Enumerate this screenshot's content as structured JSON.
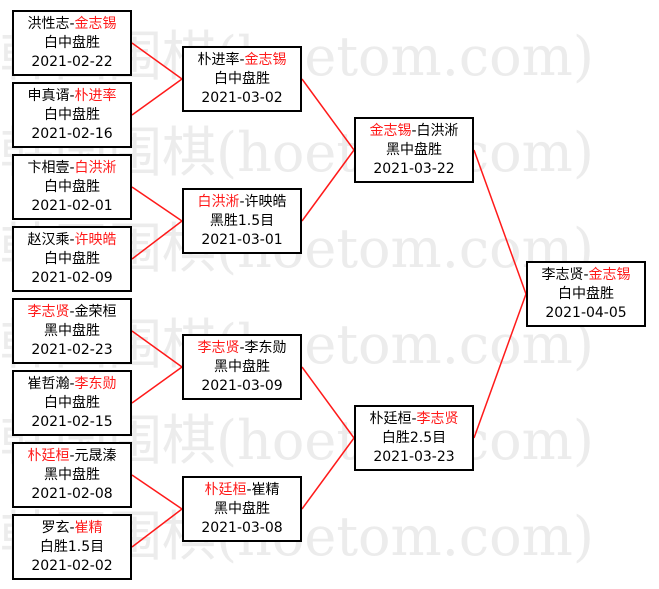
{
  "watermark": "韩国围棋(hoetom.com)",
  "colors": {
    "winner": "#ff1a1a",
    "line": "#ff1a1a",
    "border": "#000000"
  },
  "matches": [
    {
      "id": "r1-1",
      "p1": "洪性志",
      "p2": "金志锡",
      "winner": 2,
      "result": "白中盘胜",
      "date": "2021-02-22"
    },
    {
      "id": "r1-2",
      "p1": "申真谞",
      "p2": "朴进率",
      "winner": 2,
      "result": "白中盘胜",
      "date": "2021-02-16"
    },
    {
      "id": "r1-3",
      "p1": "卞相壹",
      "p2": "白洪淅",
      "winner": 2,
      "result": "白中盘胜",
      "date": "2021-02-01"
    },
    {
      "id": "r1-4",
      "p1": "赵汉乘",
      "p2": "许映皓",
      "winner": 2,
      "result": "白中盘胜",
      "date": "2021-02-09"
    },
    {
      "id": "r1-5",
      "p1": "李志贤",
      "p2": "金荣桓",
      "winner": 1,
      "result": "黑中盘胜",
      "date": "2021-02-23"
    },
    {
      "id": "r1-6",
      "p1": "崔哲瀚",
      "p2": "李东勋",
      "winner": 2,
      "result": "白中盘胜",
      "date": "2021-02-15"
    },
    {
      "id": "r1-7",
      "p1": "朴廷桓",
      "p2": "元晟溱",
      "winner": 1,
      "result": "黑中盘胜",
      "date": "2021-02-08"
    },
    {
      "id": "r1-8",
      "p1": "罗玄",
      "p2": "崔精",
      "winner": 2,
      "result": "白胜1.5目",
      "date": "2021-02-02"
    },
    {
      "id": "r2-1",
      "p1": "朴进率",
      "p2": "金志锡",
      "winner": 2,
      "result": "白中盘胜",
      "date": "2021-03-02"
    },
    {
      "id": "r2-2",
      "p1": "白洪淅",
      "p2": "许映皓",
      "winner": 1,
      "result": "黑胜1.5目",
      "date": "2021-03-01"
    },
    {
      "id": "r2-3",
      "p1": "李志贤",
      "p2": "李东勋",
      "winner": 1,
      "result": "黑中盘胜",
      "date": "2021-03-09"
    },
    {
      "id": "r2-4",
      "p1": "朴廷桓",
      "p2": "崔精",
      "winner": 1,
      "result": "黑中盘胜",
      "date": "2021-03-08"
    },
    {
      "id": "r3-1",
      "p1": "金志锡",
      "p2": "白洪淅",
      "winner": 1,
      "result": "黑中盘胜",
      "date": "2021-03-22"
    },
    {
      "id": "r3-2",
      "p1": "朴廷桓",
      "p2": "李志贤",
      "winner": 2,
      "result": "白胜2.5目",
      "date": "2021-03-23"
    },
    {
      "id": "final",
      "p1": "李志贤",
      "p2": "金志锡",
      "winner": 2,
      "result": "白中盘胜",
      "date": "2021-04-05"
    }
  ]
}
